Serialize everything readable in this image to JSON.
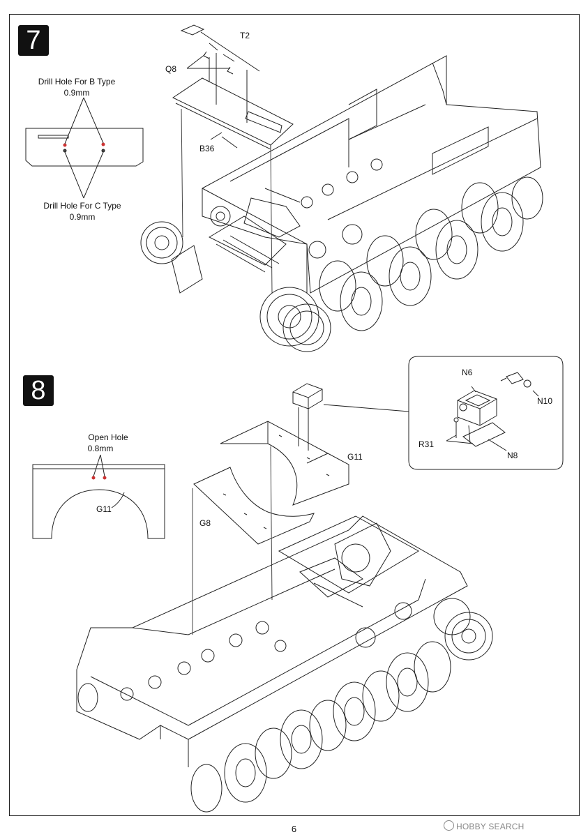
{
  "page": {
    "number": "6",
    "watermark": "HOBBY SEARCH"
  },
  "step7": {
    "number": "7",
    "drill_b_line1": "Drill Hole For B Type",
    "drill_b_line2": "0.9mm",
    "drill_c_line1": "Drill Hole For C Type",
    "drill_c_line2": "0.9mm",
    "part_t2": "T2",
    "part_q8": "Q8",
    "part_b36": "B36"
  },
  "step8": {
    "number": "8",
    "open_hole_line1": "Open Hole",
    "open_hole_line2": "0.8mm",
    "part_g11_detail": "G11",
    "part_g11": "G11",
    "part_g8": "G8",
    "part_n6": "N6",
    "part_n10": "N10",
    "part_r31": "R31",
    "part_n8": "N8"
  }
}
